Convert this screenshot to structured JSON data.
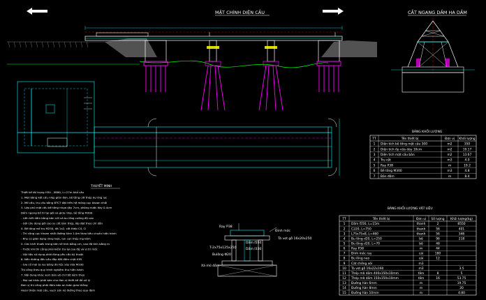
{
  "titles": {
    "elevation": "MẶT CHÍNH DIỆN CẦU",
    "section": "CẮT NGANG DẦM HA DẦM",
    "notes_heading": "THUYẾT MINH",
    "table1_title": "BẢNG KHỐI LƯỢNG",
    "table2_title": "BẢNG KHỐI LƯỢNG VẬT LIỆU"
  },
  "notes_lines": [
    "Thiết kế tải trọng H30 - XB80, L=27m khổ cầu",
    "1. Mặt bằng kết cấu nhịp giản đơn, bê tông cốt thép dự ứng lực",
    "2. Mố cầu, trụ cầu bằng BTCT đặt trên hệ móng cọc khoan nhồi",
    "3. Lớp phủ mặt cầu bê tông nhựa dày 7cm, phòng nước dày 0.4cm",
    "Dầm ngang bố trí tại gối và giữa nhịp, bê tông M300",
    "- Liên kết dầm bằng bản nối và bu lông cường độ cao",
    "- Gối cầu dùng gối cao su cốt bản thép, lắp đặt theo chỉ dẫn",
    "4. Bê tông mố trụ M250, đá 1x2, cốt thép CII, CI",
    "- Thi công cọc khoan nhồi đường kính 1.0m theo tiêu chuẩn hiện hành",
    "- Khe co giãn dạng răng lược, lan can thép mạ kẽm",
    "5. Các kích thước trong bản vẽ tính bằng cm, cao độ tính bằng m",
    "- Trước khi thi công phải kiểm tra lại cao độ và vị trí mốc",
    "- Vật liệu sử dụng phải đúng yêu cầu kỹ thuật",
    "6. Nền đường đầu cầu đắp đất đầm chặt K95",
    "- Gia cố mái ta luy bằng đá hộc xây vữa M100",
    "Thi công theo quy trình nghiệm thu hiện hành",
    "7. Nội dung khác xem bản vẽ chi tiết kèm theo",
    "- Mọi sai khác phải báo cho đơn vị thiết kế để xử lý",
    "Đơn vị thi công phải đảm bảo an toàn giao thông",
    "Hoàn thiện mặt cầu, vạch sơn kẻ đường theo quy định"
  ],
  "detail_labels": {
    "top": "Ray P38",
    "side_right": "Đinh móc",
    "beam1": "Dầm I550",
    "beam2": "Dầm I330",
    "left1": "T-2x75x125x250",
    "left2": "Bulông Φ20",
    "right1": "Tà vẹt gỗ 16x20x250",
    "bottom": "Xà mũ dầm"
  },
  "table1": {
    "headers": [
      "TT",
      "Tên thiết bị",
      "Đơn vị",
      "Khối lượng"
    ],
    "rows": [
      [
        "1",
        "Diện tích bê tông mặt cầu 300",
        "m2",
        "350"
      ],
      [
        "2",
        "Diện tích ốp vữa dày 10cm",
        "m2",
        "19.17"
      ],
      [
        "3",
        "Diện tích mặt cầu bản",
        "m2",
        "13.67"
      ],
      [
        "4",
        "Trụ cột",
        "m3",
        "4.0"
      ],
      [
        "5",
        "Ray P38",
        "m",
        "19.2"
      ],
      [
        "6",
        "Bê tông M300",
        "m3",
        "4.8"
      ],
      [
        "7",
        "Bản đệm",
        "m",
        "8.4"
      ]
    ]
  },
  "table2": {
    "headers": [
      "TT",
      "Tên thiết bị",
      "Đơn vị",
      "Số lượng",
      "Khối lượng(kg)"
    ],
    "rows": [
      [
        "1",
        "Dầm I550, L=15m",
        "thanh",
        "2",
        "8550"
      ],
      [
        "2",
        "C220, L=750",
        "thanh",
        "56",
        "401"
      ],
      [
        "3",
        "L75x75x8, L=460",
        "thanh",
        "56",
        "346"
      ],
      [
        "4",
        "Bu lông d20, L=250",
        "bộ",
        "96",
        "218"
      ],
      [
        "5",
        "Bu lông d20, L=70",
        "bộ",
        "48",
        ""
      ],
      [
        "6",
        "Ray P38",
        "m",
        "44",
        ""
      ],
      [
        "7",
        "Đinh móc ray",
        "cái",
        "180",
        ""
      ],
      [
        "8",
        "Bu lông neo",
        "cái",
        "12",
        ""
      ],
      [
        "9",
        "Cát chống xói",
        "m3",
        "",
        ""
      ],
      [
        "10",
        "Tà vẹt gỗ 16x22x160",
        "m3",
        "",
        "3.5"
      ],
      [
        "11",
        "Thép mã dầm 400x150x10mm",
        "tấm",
        "8",
        "5"
      ],
      [
        "12",
        "Thép mã dầm 150x150x10mm",
        "tấm",
        "16",
        "53.75"
      ],
      [
        "13",
        "Đường hàn 6mm",
        "m",
        "",
        "19.75"
      ],
      [
        "14",
        "Đường hàn 8mm",
        "m",
        "",
        "20"
      ],
      [
        "15",
        "Đường hàn 10mm",
        "m",
        "",
        "4.80"
      ]
    ]
  },
  "colors": {
    "background": "#000000",
    "cyan": "#00ffff",
    "magenta": "#ff00ff",
    "white": "#ffffff",
    "gray": "#9a9a9a",
    "yellow": "#ffff00",
    "green": "#00ff00",
    "red": "#ff0000"
  }
}
